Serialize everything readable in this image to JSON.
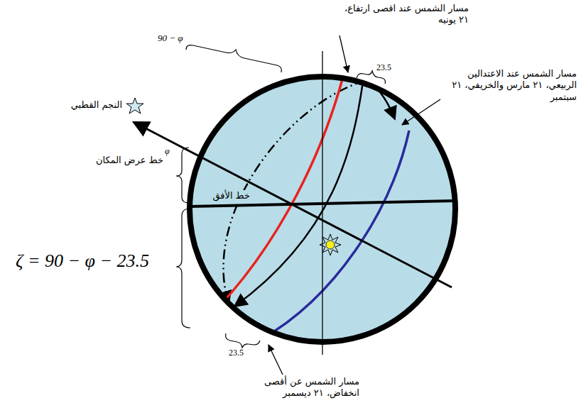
{
  "diagram": {
    "labels": [
      "مسار الشمس عند اقصى ارتفاع، ٢١ يونيه",
      "23.5",
      "90 − φ",
      "النجم القطبي",
      "مسار الشمس عند الاعتدالين الربيعي، ٢١ مارس والخريفي، ٢١ سبتمبر",
      "φ",
      "خط عرض المكان",
      "خط الأفق",
      "ζ = 90 − φ − 23.5",
      "23.5",
      "مسار الشمس عن أقصى انخفاض، ٢١ ديسمبر"
    ]
  }
}
